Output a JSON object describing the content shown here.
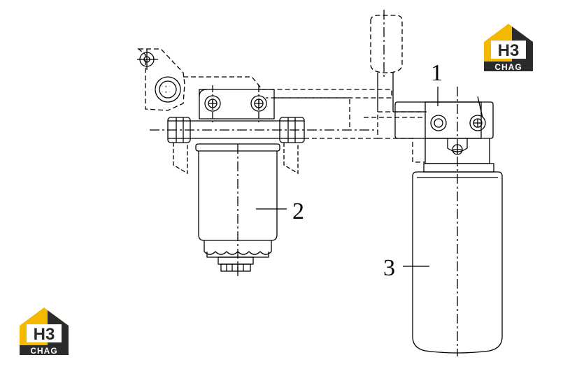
{
  "callouts": {
    "one": "1",
    "two": "2",
    "three": "3"
  },
  "logo": {
    "mark": "H3",
    "word": "CHAG"
  },
  "colors": {
    "line": "#000000",
    "logo_yellow": "#f5b800",
    "logo_dark": "#2b2b2b",
    "background": "#ffffff"
  }
}
